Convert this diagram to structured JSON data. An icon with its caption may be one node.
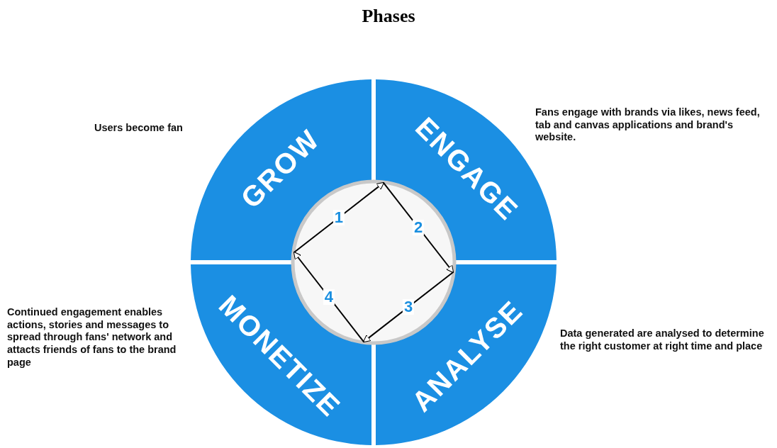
{
  "diagram": {
    "title": "Phases",
    "nodes": [
      {
        "text": [
          "GROW"
        ],
        "beside": [
          "Users become fan"
        ]
      },
      {
        "text": [
          "ENGAGE"
        ],
        "beside": [
          "Fans engage with brands via likes, news feed, tab and canvas applications and brand's website."
        ]
      },
      {
        "text": [
          "ANALYSE"
        ],
        "beside": [
          "Data generated are analysed to determine the right customer at right time and place"
        ]
      },
      {
        "text": [
          "MONETIZE"
        ],
        "beside": [
          "Continued engagement enables actions, stories and messages to spread through fans' network and attacts friends of fans to the brand page"
        ]
      }
    ],
    "edges": [
      {
        "from": 0,
        "to": 1,
        "arrow": "to",
        "label": "1"
      },
      {
        "from": 1,
        "to": 2,
        "arrow": "to",
        "label": "2"
      },
      {
        "from": 2,
        "to": 3,
        "arrow": "to",
        "label": "3"
      },
      {
        "from": 3,
        "to": 0,
        "arrow": "to",
        "label": "4"
      }
    ]
  }
}
